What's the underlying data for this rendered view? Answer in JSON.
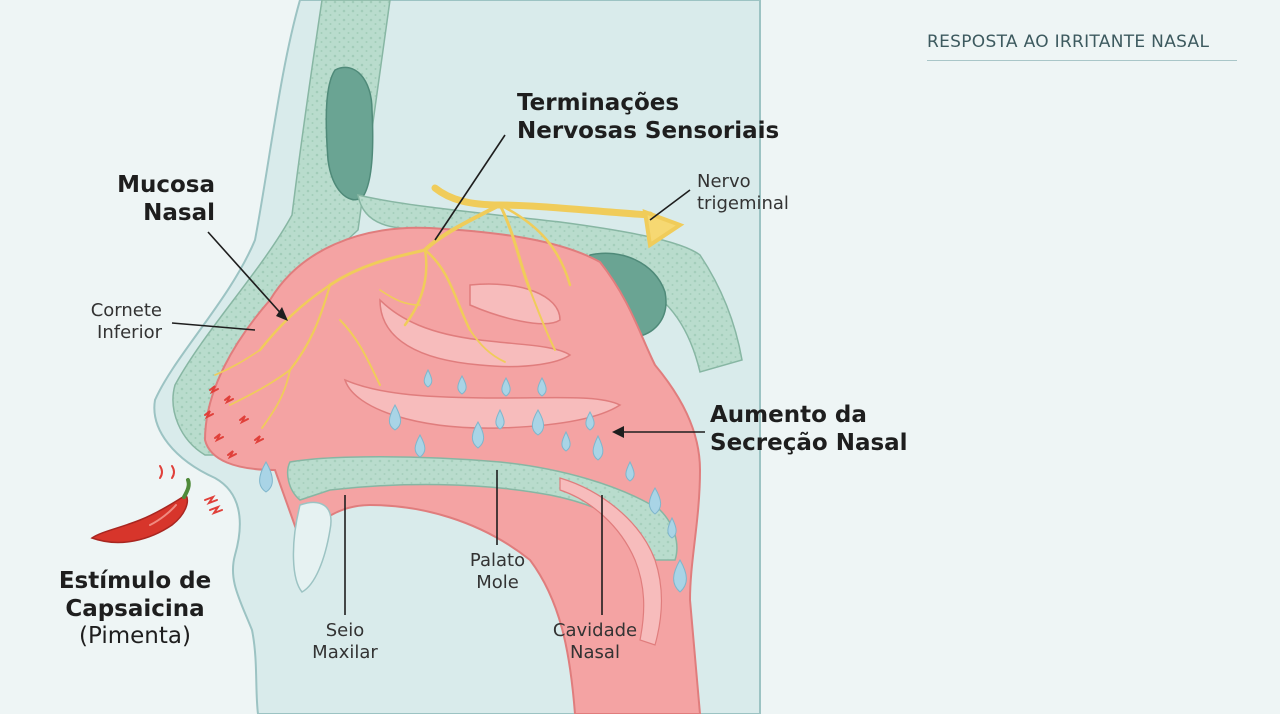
{
  "title": "RESPOSTA AO IRRITANTE NASAL",
  "labels": {
    "sensory_line1": "Terminações",
    "sensory_line2": "Nervosas Sensoriais",
    "mucosa_line1": "Mucosa",
    "mucosa_line2": "Nasal",
    "nerve_line1": "Nervo",
    "nerve_line2": "trigeminal",
    "turbinate_line1": "Cornete",
    "turbinate_line2": "Inferior",
    "secretion_line1": "Aumento da",
    "secretion_line2": "Secreção Nasal",
    "stimulus_line1": "Estímulo de",
    "stimulus_line2": "Capsaicina",
    "stimulus_line3": "(Pimenta)",
    "palate_line1": "Palato",
    "palate_line2": "Mole",
    "sinus_line1": "Seio",
    "sinus_line2": "Maxilar",
    "cavity_line1": "Cavidade",
    "cavity_line2": "Nasal"
  },
  "colors": {
    "background": "#eef5f5",
    "skin": "#d9ebeb",
    "bone": "#b9dccd",
    "mucosa": "#f4a3a3",
    "nerve": "#f6d872",
    "secretion": "#a9d4e6",
    "pepper": "#d7352b",
    "irritation": "#e0403a"
  },
  "icons": [
    "chili-pepper-icon",
    "droplet-icon",
    "irritation-squiggle-icon"
  ]
}
